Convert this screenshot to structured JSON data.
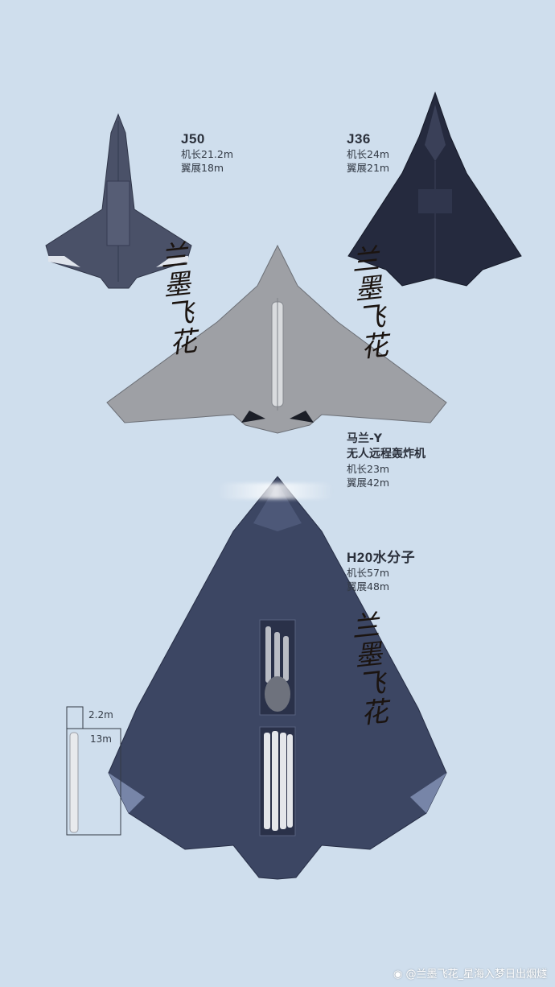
{
  "aircraft": [
    {
      "name": "J50",
      "length": "机长21.2m",
      "span": "翼展18m"
    },
    {
      "name": "J36",
      "length": "机长24m",
      "span": "翼展21m"
    },
    {
      "name": "马兰-Y",
      "subtitle": "无人远程轰炸机",
      "length": "机长23m",
      "span": "翼展42m"
    },
    {
      "name": "H20水分子",
      "length": "机长57m",
      "span": "翼展48m"
    }
  ],
  "missile_scale": {
    "width": "2.2m",
    "length": "13m"
  },
  "watermark": "@兰墨飞花_星海入梦日出烟燧",
  "calligraphy": "兰墨飞花",
  "colors": {
    "background": "#cfdeed",
    "j50": "#4a5168",
    "j36": "#252a3e",
    "maran": "#9ea0a5",
    "h20": "#3c4663"
  }
}
